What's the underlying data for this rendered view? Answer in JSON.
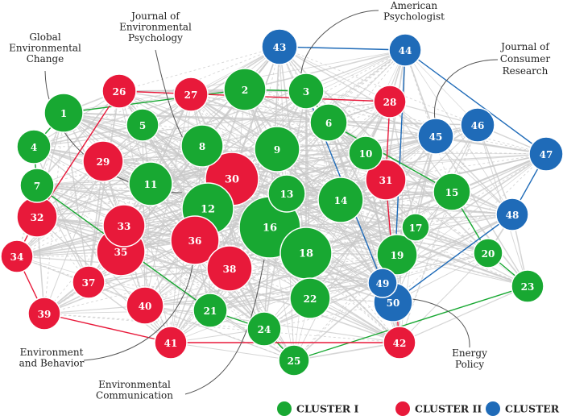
{
  "colors": {
    "cluster_1": "#18a832",
    "cluster_2": "#e8193a",
    "cluster_3": "#1f6bb8",
    "edge": "#c8c8c8",
    "edge_dashed": "#d2d2d2",
    "annotation_line": "#555555"
  },
  "nodes": [
    {
      "id": "1",
      "cluster": 1,
      "weight": 2
    },
    {
      "id": "2",
      "cluster": 1,
      "weight": 3
    },
    {
      "id": "3",
      "cluster": 1,
      "weight": 2
    },
    {
      "id": "4",
      "cluster": 1,
      "weight": 2
    },
    {
      "id": "5",
      "cluster": 1,
      "weight": 2
    },
    {
      "id": "6",
      "cluster": 1,
      "weight": 2
    },
    {
      "id": "7",
      "cluster": 1,
      "weight": 2
    },
    {
      "id": "8",
      "cluster": 1,
      "weight": 3
    },
    {
      "id": "9",
      "cluster": 1,
      "weight": 3
    },
    {
      "id": "10",
      "cluster": 1,
      "weight": 2
    },
    {
      "id": "11",
      "cluster": 1,
      "weight": 3
    },
    {
      "id": "12",
      "cluster": 1,
      "weight": 4
    },
    {
      "id": "13",
      "cluster": 1,
      "weight": 2
    },
    {
      "id": "14",
      "cluster": 1,
      "weight": 3
    },
    {
      "id": "15",
      "cluster": 1,
      "weight": 2
    },
    {
      "id": "16",
      "cluster": 1,
      "weight": 5
    },
    {
      "id": "17",
      "cluster": 1,
      "weight": 2
    },
    {
      "id": "18",
      "cluster": 1,
      "weight": 4
    },
    {
      "id": "19",
      "cluster": 1,
      "weight": 3
    },
    {
      "id": "20",
      "cluster": 1,
      "weight": 2
    },
    {
      "id": "21",
      "cluster": 1,
      "weight": 2
    },
    {
      "id": "22",
      "cluster": 1,
      "weight": 3
    },
    {
      "id": "23",
      "cluster": 1,
      "weight": 2
    },
    {
      "id": "24",
      "cluster": 1,
      "weight": 2
    },
    {
      "id": "25",
      "cluster": 1,
      "weight": 2
    },
    {
      "id": "26",
      "cluster": 2,
      "weight": 2
    },
    {
      "id": "27",
      "cluster": 2,
      "weight": 2
    },
    {
      "id": "28",
      "cluster": 2,
      "weight": 2
    },
    {
      "id": "29",
      "cluster": 2,
      "weight": 3
    },
    {
      "id": "30",
      "cluster": 2,
      "weight": 4
    },
    {
      "id": "31",
      "cluster": 2,
      "weight": 2
    },
    {
      "id": "32",
      "cluster": 2,
      "weight": 2
    },
    {
      "id": "33",
      "cluster": 2,
      "weight": 3
    },
    {
      "id": "34",
      "cluster": 2,
      "weight": 2
    },
    {
      "id": "35",
      "cluster": 2,
      "weight": 4
    },
    {
      "id": "36",
      "cluster": 2,
      "weight": 4
    },
    {
      "id": "37",
      "cluster": 2,
      "weight": 2
    },
    {
      "id": "38",
      "cluster": 2,
      "weight": 3
    },
    {
      "id": "39",
      "cluster": 2,
      "weight": 2
    },
    {
      "id": "40",
      "cluster": 2,
      "weight": 2
    },
    {
      "id": "41",
      "cluster": 2,
      "weight": 2
    },
    {
      "id": "42",
      "cluster": 2,
      "weight": 2
    },
    {
      "id": "43",
      "cluster": 3,
      "weight": 2
    },
    {
      "id": "44",
      "cluster": 3,
      "weight": 2
    },
    {
      "id": "45",
      "cluster": 3,
      "weight": 2
    },
    {
      "id": "46",
      "cluster": 3,
      "weight": 2
    },
    {
      "id": "47",
      "cluster": 3,
      "weight": 2
    },
    {
      "id": "48",
      "cluster": 3,
      "weight": 2
    },
    {
      "id": "49",
      "cluster": 3,
      "weight": 2
    },
    {
      "id": "50",
      "cluster": 3,
      "weight": 3
    }
  ],
  "highlighted_edges": [
    {
      "from": "1",
      "to": "2",
      "cluster": 1
    },
    {
      "from": "2",
      "to": "3",
      "cluster": 1
    },
    {
      "from": "1",
      "to": "4",
      "cluster": 1
    },
    {
      "from": "4",
      "to": "7",
      "cluster": 1
    },
    {
      "from": "7",
      "to": "21",
      "cluster": 1
    },
    {
      "from": "21",
      "to": "24",
      "cluster": 1
    },
    {
      "from": "24",
      "to": "25",
      "cluster": 1
    },
    {
      "from": "25",
      "to": "23",
      "cluster": 1
    },
    {
      "from": "3",
      "to": "6",
      "cluster": 1
    },
    {
      "from": "6",
      "to": "15",
      "cluster": 1
    },
    {
      "from": "15",
      "to": "20",
      "cluster": 1
    },
    {
      "from": "20",
      "to": "23",
      "cluster": 1
    },
    {
      "from": "26",
      "to": "28",
      "cluster": 2
    },
    {
      "from": "26",
      "to": "32",
      "cluster": 2
    },
    {
      "from": "32",
      "to": "34",
      "cluster": 2
    },
    {
      "from": "34",
      "to": "39",
      "cluster": 2
    },
    {
      "from": "39",
      "to": "41",
      "cluster": 2
    },
    {
      "from": "41",
      "to": "42",
      "cluster": 2
    },
    {
      "from": "28",
      "to": "31",
      "cluster": 2
    },
    {
      "from": "31",
      "to": "42",
      "cluster": 2
    },
    {
      "from": "43",
      "to": "44",
      "cluster": 3
    },
    {
      "from": "44",
      "to": "47",
      "cluster": 3
    },
    {
      "from": "47",
      "to": "48",
      "cluster": 3
    },
    {
      "from": "48",
      "to": "50",
      "cluster": 3
    },
    {
      "from": "44",
      "to": "50",
      "cluster": 3
    },
    {
      "from": "3",
      "to": "49",
      "cluster": 3
    }
  ],
  "annotations": [
    {
      "name": "global-environmental-change",
      "lines": [
        "Global",
        "Environmental",
        "Change"
      ],
      "node": "12"
    },
    {
      "name": "journal-of-environmental-psychology",
      "lines": [
        "Journal of",
        "Environmental",
        "Psychology"
      ],
      "node": "30"
    },
    {
      "name": "american-psychologist",
      "lines": [
        "American",
        "Psychologist"
      ],
      "node": "3"
    },
    {
      "name": "journal-of-consumer-research",
      "lines": [
        "Journal of",
        "Consumer",
        "Research"
      ],
      "node": "45"
    },
    {
      "name": "environment-and-behavior",
      "lines": [
        "Environment",
        "and Behavior"
      ],
      "node": "36"
    },
    {
      "name": "environmental-communication",
      "lines": [
        "Environmental",
        "Communication"
      ],
      "node": "16"
    },
    {
      "name": "energy-policy",
      "lines": [
        "Energy",
        "Policy"
      ],
      "node": "50"
    }
  ],
  "legend": [
    {
      "label": "CLUSTER I",
      "cluster": 1
    },
    {
      "label": "CLUSTER II",
      "cluster": 2
    },
    {
      "label": "CLUSTER III",
      "cluster": 3
    }
  ]
}
